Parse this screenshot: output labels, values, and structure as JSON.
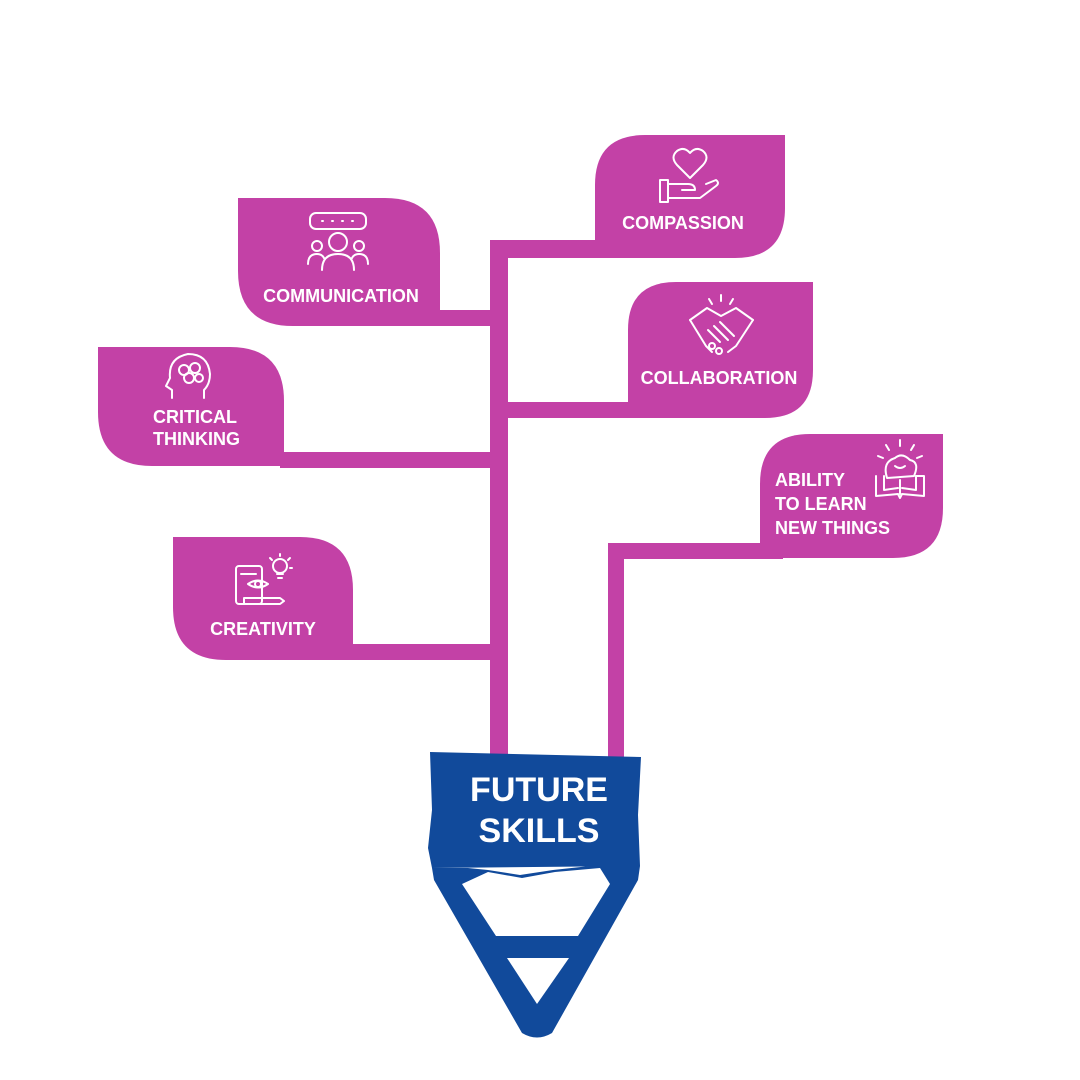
{
  "center": {
    "lines": [
      "FUTURE",
      "SKILLS"
    ]
  },
  "colors": {
    "magenta": "#c341a6",
    "blue": "#114a9b",
    "white": "#ffffff"
  },
  "skills": [
    {
      "id": "communication",
      "icon": "audience-speaker-icon",
      "lines": [
        "COMMUNICATION"
      ]
    },
    {
      "id": "compassion",
      "icon": "heart-in-hand-icon",
      "lines": [
        "COMPASSION"
      ]
    },
    {
      "id": "collaboration",
      "icon": "handshake-icon",
      "lines": [
        "COLLABORATION"
      ]
    },
    {
      "id": "critical-thinking",
      "icon": "brain-head-icon",
      "lines": [
        "CRITICAL",
        "THINKING"
      ]
    },
    {
      "id": "ability-to-learn",
      "icon": "brain-book-icon",
      "lines": [
        "ABILITY",
        "TO LEARN",
        "NEW THINGS"
      ]
    },
    {
      "id": "creativity",
      "icon": "creative-design-icon",
      "lines": [
        "CREATIVITY"
      ]
    }
  ]
}
